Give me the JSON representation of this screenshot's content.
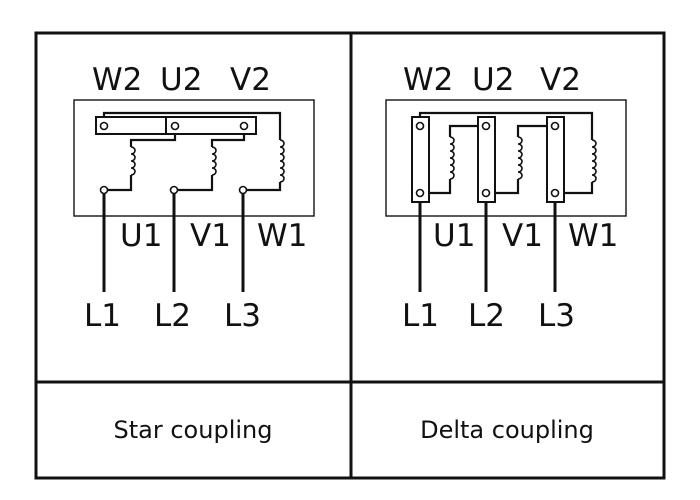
{
  "star": {
    "top_labels": [
      "W2",
      "U2",
      "V2"
    ],
    "bottom_labels": [
      "U1",
      "V1",
      "W1"
    ],
    "line_labels": [
      "L1",
      "L2",
      "L3"
    ],
    "caption": "Star coupling"
  },
  "delta": {
    "top_labels": [
      "W2",
      "U2",
      "V2"
    ],
    "bottom_labels": [
      "U1",
      "V1",
      "W1"
    ],
    "line_labels": [
      "L1",
      "L2",
      "L3"
    ],
    "caption": "Delta coupling"
  }
}
